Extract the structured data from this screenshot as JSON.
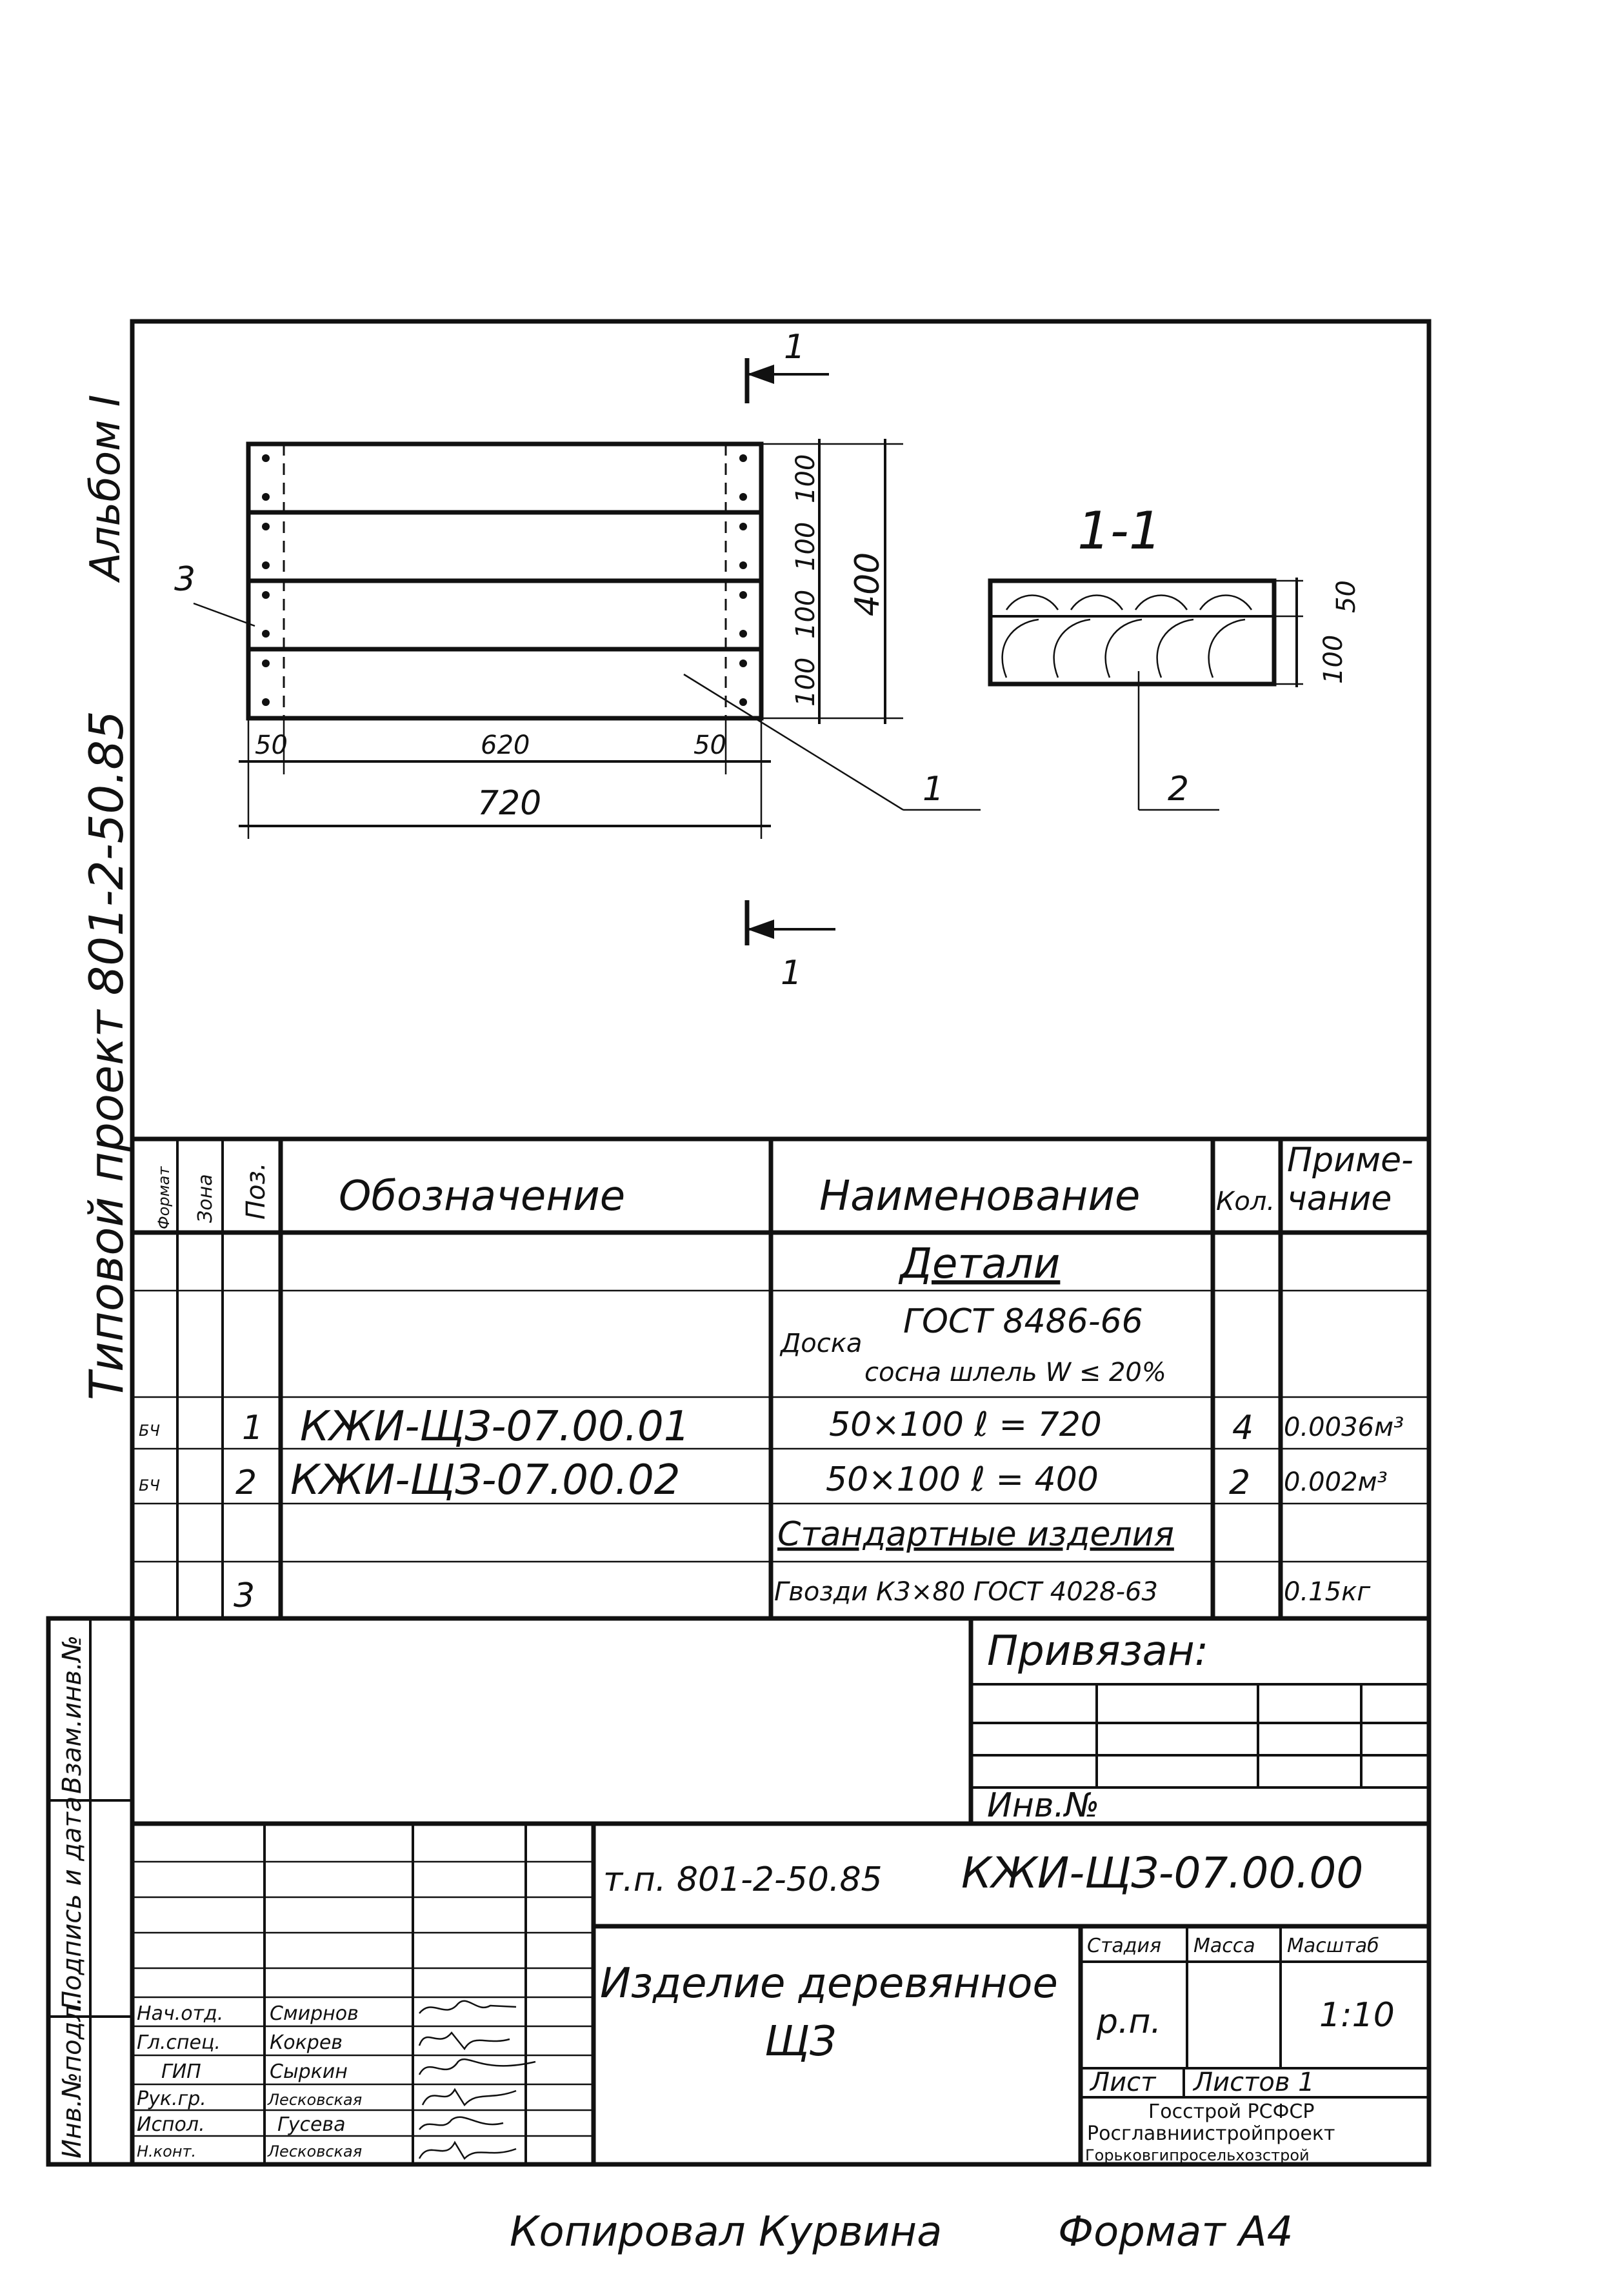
{
  "side_text": {
    "album": "Альбом I",
    "project": "Типовой проект 801-2-50.85"
  },
  "drawing": {
    "section_label": "1-1",
    "cut_mark_top": "1",
    "cut_mark_bottom": "1",
    "dim_width_parts": [
      "50",
      "620",
      "50"
    ],
    "dim_width_total": "720",
    "dim_heights": [
      "100",
      "100",
      "100",
      "100"
    ],
    "dim_height_total": "400",
    "section_dims": [
      "50",
      "100"
    ],
    "callouts": [
      "1",
      "2",
      "3"
    ]
  },
  "spec_table": {
    "headers": {
      "format": "Формат",
      "zone": "Зона",
      "pos": "Поз.",
      "designation": "Обозначение",
      "name": "Наименование",
      "qty": "Кол.",
      "note_line1": "Приме-",
      "note_line2": "чание"
    },
    "section_details": "Детали",
    "material_label": "Доска",
    "material_std": "ГОСТ 8486-66",
    "material_spec": "сосна шлель W ≤ 20%",
    "rows": [
      {
        "format": "БЧ",
        "pos": "1",
        "designation": "КЖИ-ЩЗ-07.00.01",
        "name": "50×100  ℓ = 720",
        "qty": "4",
        "note": "0.0036м³"
      },
      {
        "format": "БЧ",
        "pos": "2",
        "designation": "КЖИ-ЩЗ-07.00.02",
        "name": "50×100  ℓ = 400",
        "qty": "2",
        "note": "0.002м³"
      }
    ],
    "section_standard": "Стандартные изделия",
    "row3": {
      "pos": "3",
      "name": "Гвозди К3×80 ГОСТ 4028-63",
      "note": "0.15кг"
    }
  },
  "left_strip": {
    "inv_orig": "Инв.№подл.",
    "sign_date": "Подпись и дата",
    "replace_inv": "Взам.инв.№"
  },
  "binding": {
    "title": "Привязан:",
    "inv": "Инв.№"
  },
  "title_block": {
    "project_code": "т.п. 801-2-50.85",
    "doc_code": "КЖИ-ЩЗ-07.00.00",
    "name_line1": "Изделие деревянное",
    "name_line2": "ЩЗ",
    "stage_label": "Стадия",
    "mass_label": "Масса",
    "scale_label": "Масштаб",
    "stage": "р.п.",
    "scale": "1:10",
    "sheet_label": "Лист",
    "sheets_label": "Листов 1",
    "org_line1": "Госстрой РСФСР",
    "org_line2": "Росглавниистройпроект",
    "org_line3": "Горьковгипросельхозстрой",
    "signers": [
      {
        "role": "Нач.отд.",
        "name": "Смирнов"
      },
      {
        "role": "Гл.спец.",
        "name": "Кокрев"
      },
      {
        "role": "ГИП",
        "name": "Сыркин"
      },
      {
        "role": "Рук.гр.",
        "name": "Лесковская"
      },
      {
        "role": "Испол.",
        "name": "Гусева"
      },
      {
        "role": "Н.конт.",
        "name": "Лесковская"
      }
    ]
  },
  "footer": {
    "copied_by": "Копировал Курвина",
    "format": "Формат А4"
  }
}
